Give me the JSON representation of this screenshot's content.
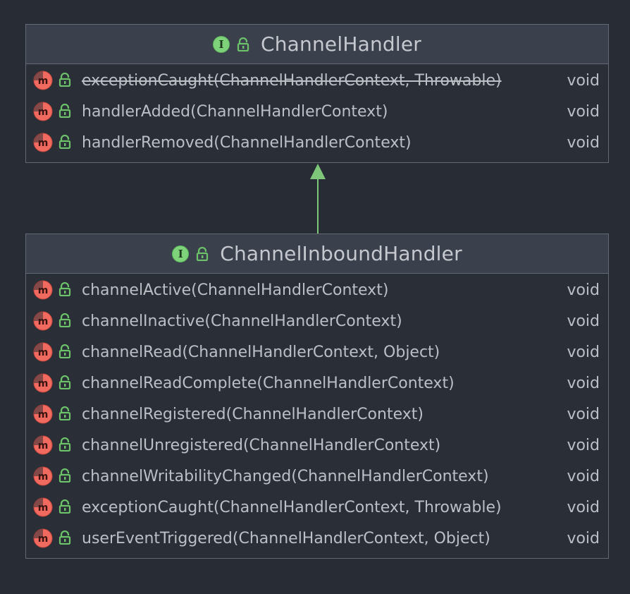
{
  "colors": {
    "background": "#282c34",
    "header": "#3b414c",
    "border": "#626975",
    "arrow": "#7ec67a",
    "interface_icon": "#7ed27a",
    "method_icon": "#f06a5f"
  },
  "icons": {
    "interface": "interface-icon",
    "method": "method-icon",
    "visibility": "public-lock-icon"
  },
  "parent": {
    "interface_letter": "I",
    "name": "ChannelHandler",
    "methods": [
      {
        "signature": "exceptionCaught(ChannelHandlerContext, Throwable)",
        "returns": "void",
        "deprecated": true
      },
      {
        "signature": "handlerAdded(ChannelHandlerContext)",
        "returns": "void",
        "deprecated": false
      },
      {
        "signature": "handlerRemoved(ChannelHandlerContext)",
        "returns": "void",
        "deprecated": false
      }
    ]
  },
  "child": {
    "interface_letter": "I",
    "name": "ChannelInboundHandler",
    "methods": [
      {
        "signature": "channelActive(ChannelHandlerContext)",
        "returns": "void",
        "deprecated": false
      },
      {
        "signature": "channelInactive(ChannelHandlerContext)",
        "returns": "void",
        "deprecated": false
      },
      {
        "signature": "channelRead(ChannelHandlerContext, Object)",
        "returns": "void",
        "deprecated": false
      },
      {
        "signature": "channelReadComplete(ChannelHandlerContext)",
        "returns": "void",
        "deprecated": false
      },
      {
        "signature": "channelRegistered(ChannelHandlerContext)",
        "returns": "void",
        "deprecated": false
      },
      {
        "signature": "channelUnregistered(ChannelHandlerContext)",
        "returns": "void",
        "deprecated": false
      },
      {
        "signature": "channelWritabilityChanged(ChannelHandlerContext)",
        "returns": "void",
        "deprecated": false
      },
      {
        "signature": "exceptionCaught(ChannelHandlerContext, Throwable)",
        "returns": "void",
        "deprecated": false
      },
      {
        "signature": "userEventTriggered(ChannelHandlerContext, Object)",
        "returns": "void",
        "deprecated": false
      }
    ]
  }
}
